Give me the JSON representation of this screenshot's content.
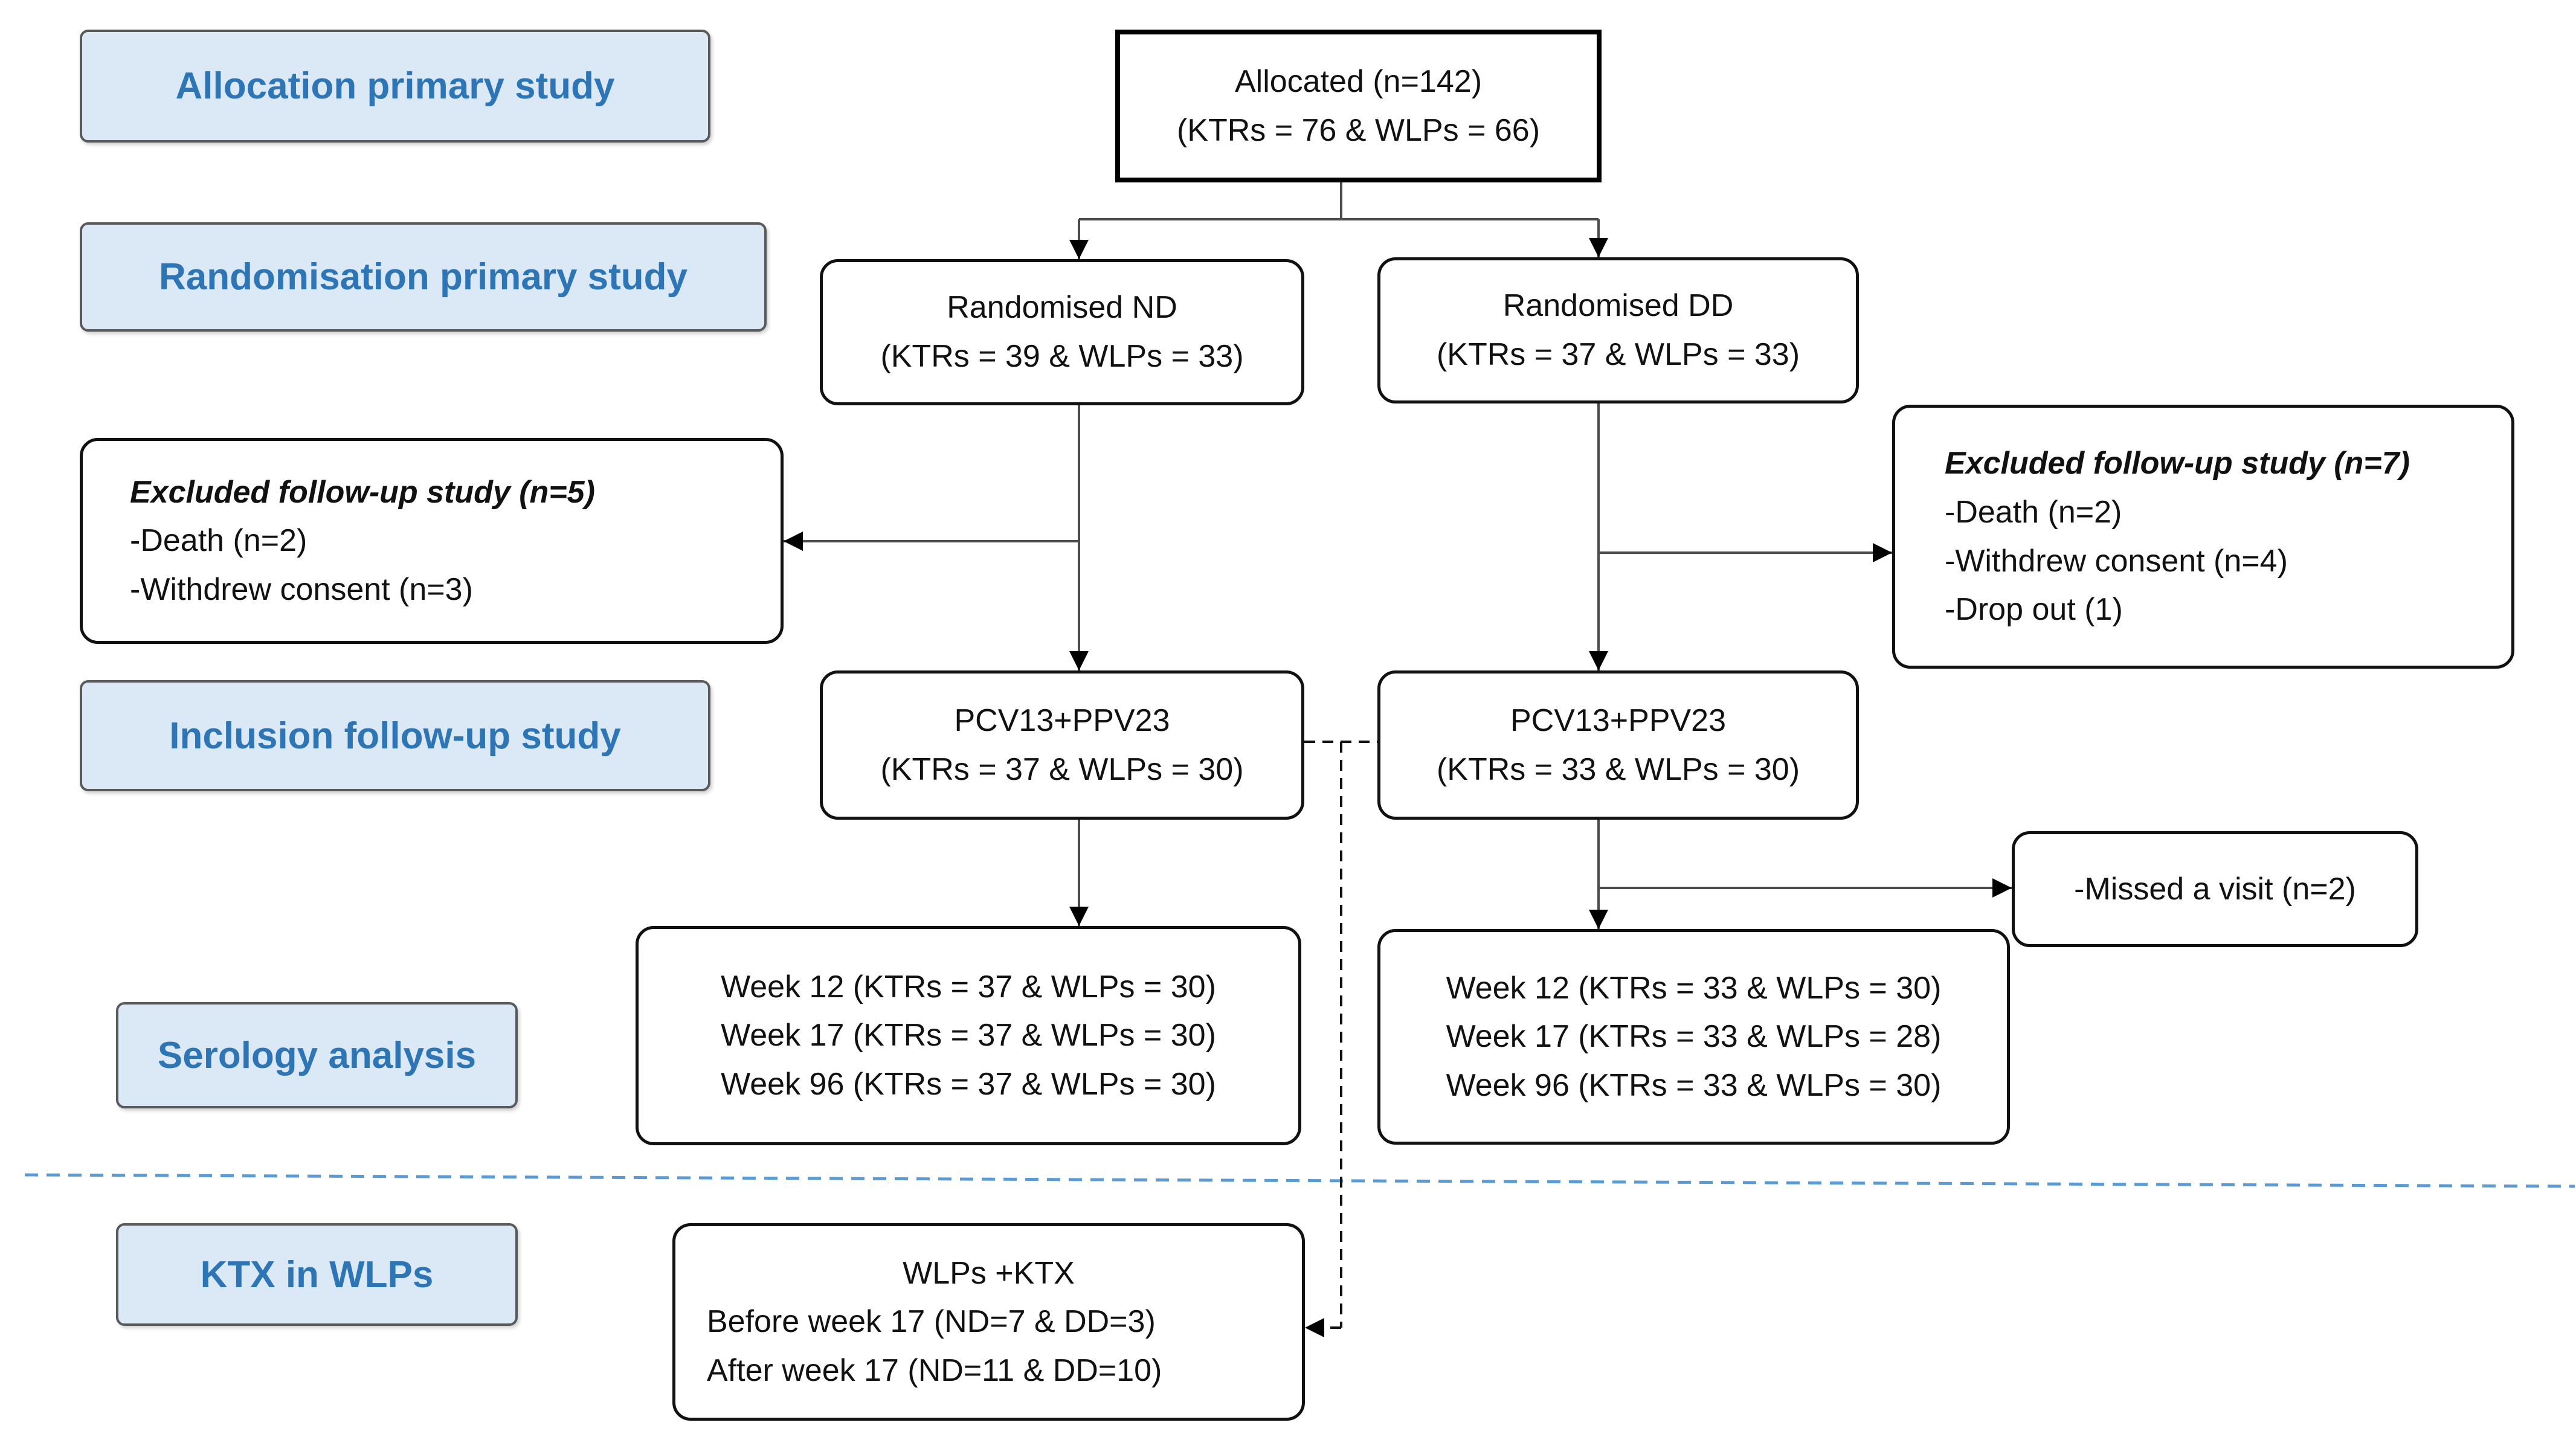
{
  "stage_labels": {
    "allocation": "Allocation primary study",
    "randomisation": "Randomisation primary study",
    "inclusion": "Inclusion follow-up study",
    "serology": "Serology analysis",
    "ktx": "KTX in WLPs"
  },
  "allocated": {
    "title": "Allocated (n=142)",
    "detail": "(KTRs = 76 & WLPs = 66)"
  },
  "randomised_nd": {
    "title": "Randomised ND",
    "detail": "(KTRs = 39 & WLPs = 33)"
  },
  "randomised_dd": {
    "title": "Randomised DD",
    "detail": "(KTRs = 37 & WLPs = 33)"
  },
  "excluded_nd": {
    "title": "Excluded follow-up study (n=5)",
    "items": [
      "-Death (n=2)",
      "-Withdrew consent (n=3)"
    ]
  },
  "excluded_dd": {
    "title": "Excluded follow-up study (n=7)",
    "items": [
      "-Death (n=2)",
      "-Withdrew consent (n=4)",
      "-Drop out (1)"
    ]
  },
  "vaccinated_nd": {
    "title": "PCV13+PPV23",
    "detail": "(KTRs = 37 & WLPs = 30)"
  },
  "vaccinated_dd": {
    "title": "PCV13+PPV23",
    "detail": "(KTRs = 33 & WLPs = 30)"
  },
  "missed_dd": {
    "text": "-Missed a visit (n=2)"
  },
  "serology_nd": {
    "lines": [
      "Week 12 (KTRs = 37 & WLPs = 30)",
      "Week 17 (KTRs = 37 & WLPs = 30)",
      "Week 96 (KTRs = 37 & WLPs = 30)"
    ]
  },
  "serology_dd": {
    "lines": [
      "Week 12 (KTRs = 33 & WLPs = 30)",
      "Week 17 (KTRs = 33 & WLPs = 28)",
      "Week 96 (KTRs = 33 & WLPs = 30)"
    ]
  },
  "wlps_ktx": {
    "title": "WLPs +KTX",
    "lines": [
      "Before week 17 (ND=7 & DD=3)",
      "After week 17 (ND=11 & DD=10)"
    ]
  },
  "colors": {
    "stage_fill": "#dbe9f6",
    "stage_text": "#2e75b6",
    "divider": "#5b9bd5",
    "line": "#4d4d4d"
  }
}
